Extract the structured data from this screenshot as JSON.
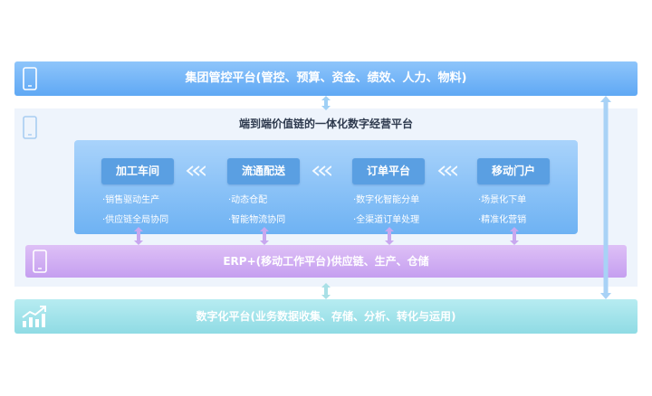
{
  "top_bar": {
    "title": "集团管控平台(管控、预算、资金、绩效、人力、物料)"
  },
  "middle": {
    "title": "端到端价值链的一体化数字经营平台",
    "modules": [
      {
        "label": "加工车间",
        "items": [
          "·销售驱动生产",
          "·供应链全局协同"
        ]
      },
      {
        "label": "流通配送",
        "items": [
          "·动态仓配",
          "·智能物流协同"
        ]
      },
      {
        "label": "订单平台",
        "items": [
          "·数字化智能分单",
          "·全渠道订单处理"
        ]
      },
      {
        "label": "移动门户",
        "items": [
          "·场景化下单",
          "·精准化营销"
        ]
      }
    ]
  },
  "erp_bar": {
    "title": "ERP+(移动工作平台)供应链、生产、仓储"
  },
  "bottom_bar": {
    "title": "数字化平台(业务数据收集、存储、分析、转化与运用)"
  },
  "colors": {
    "top_band": "#6aaef5",
    "panel": "#eef4fc",
    "core": "#8cc2f6",
    "module_box": "#5a9fe2",
    "erp_band": "#cfaef2",
    "bottom_band": "#a2e2ea",
    "arrow": "#9fd0f5"
  },
  "icons": {
    "top": "tablet-icon",
    "middle": "tablet-icon",
    "erp": "tablet-icon",
    "bottom": "growth-chart-icon"
  }
}
